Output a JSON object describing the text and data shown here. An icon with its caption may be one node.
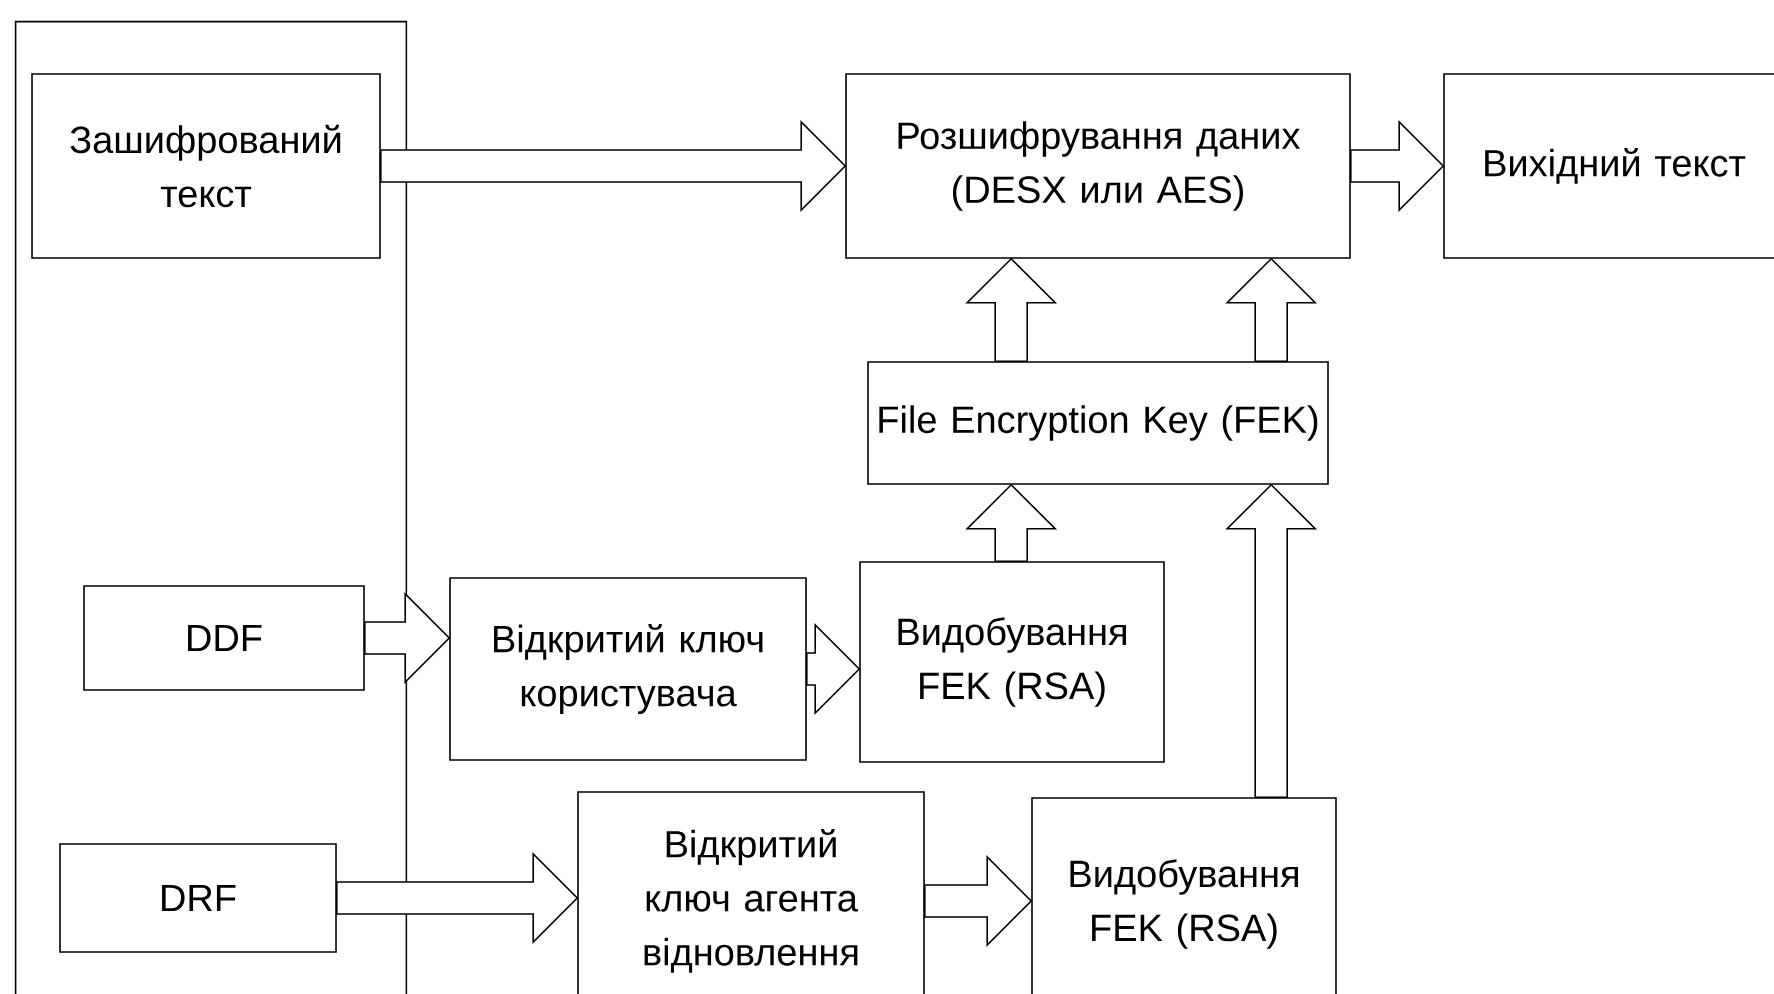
{
  "diagram": {
    "nodes": [
      {
        "text": [],
        "shape": "box"
      },
      {
        "text": [
          "Зашифрований текст"
        ],
        "in": 0
      },
      {
        "text": [
          "Розшифрування даних (DESX или AES)"
        ]
      },
      {
        "text": [
          "Вихідний текст"
        ]
      },
      {
        "text": [
          "File Encryption Key (FEK)"
        ]
      },
      {
        "text": [
          "DDF"
        ],
        "in": 0
      },
      {
        "text": [
          "Відкритий ключ користувача"
        ]
      },
      {
        "text": [
          "Видобування FEK (RSA)"
        ]
      },
      {
        "text": [
          "DRF"
        ],
        "in": 0
      },
      {
        "text": [
          "Відкритий ключ агента відновлення"
        ]
      },
      {
        "text": [
          "Видобування FEK (RSA)"
        ]
      }
    ],
    "edges": [
      {
        "from": 1,
        "to": 2,
        "arrow": "to"
      },
      {
        "from": 2,
        "to": 3,
        "arrow": "to"
      },
      {
        "from": 4,
        "to": 2,
        "arrow": "to"
      },
      {
        "from": 4,
        "to": 2,
        "arrow": "to"
      },
      {
        "from": 7,
        "to": 4,
        "arrow": "to"
      },
      {
        "from": 10,
        "to": 4,
        "arrow": "to"
      },
      {
        "from": 5,
        "to": 6,
        "arrow": "to"
      },
      {
        "from": 6,
        "to": 7,
        "arrow": "to"
      },
      {
        "from": 8,
        "to": 9,
        "arrow": "to"
      },
      {
        "from": 9,
        "to": 10,
        "arrow": "to"
      }
    ]
  }
}
